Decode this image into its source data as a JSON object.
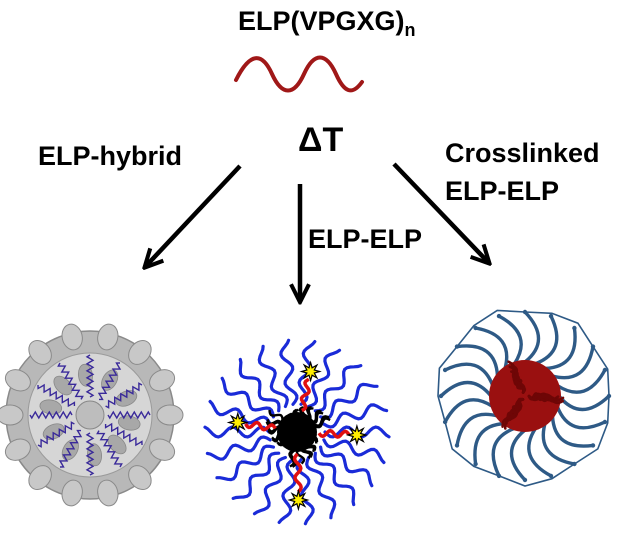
{
  "title": {
    "main": "ELP(VPGXG)",
    "subscript": "n"
  },
  "stimulus": "ΔT",
  "branches": {
    "left": "ELP-hybrid",
    "center": "ELP-ELP",
    "right": {
      "line1": "Crosslinked",
      "line2": "ELP-ELP"
    }
  },
  "colors": {
    "text": "#000000",
    "polymer_wave": "#a01818",
    "corona_blue": "#1a2bd8",
    "core_black": "#000000",
    "linker_red": "#e01010",
    "star_yellow": "#ffee00",
    "crosslink_core": "#9a1010",
    "crosslink_arms": "#2e5a86",
    "cage_gray": "#b8b8b8"
  }
}
